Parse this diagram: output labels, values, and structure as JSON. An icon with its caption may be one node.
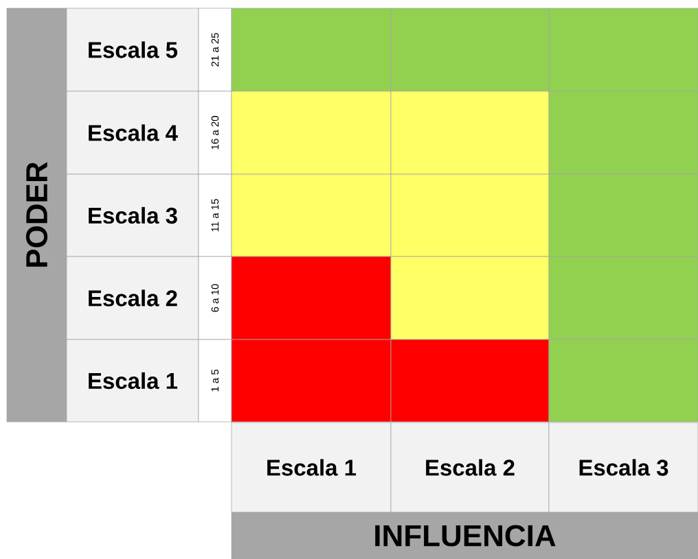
{
  "diagram": {
    "nodes": [
      {
        "text": [
          "PODER"
        ]
      },
      {
        "text": [
          "Escala 5"
        ]
      },
      {
        "text": [
          "21 a 25"
        ]
      },
      {
        "text": [],
        "shape": "box"
      },
      {
        "text": [],
        "shape": "box"
      },
      {
        "text": [],
        "shape": "box"
      },
      {
        "text": [
          "Escala 4"
        ]
      },
      {
        "text": [
          "16 a 20"
        ]
      },
      {
        "text": [],
        "shape": "box"
      },
      {
        "text": [],
        "shape": "box"
      },
      {
        "text": [],
        "shape": "box"
      },
      {
        "text": [
          "Escala 3"
        ]
      },
      {
        "text": [
          "11 a 15"
        ]
      },
      {
        "text": [],
        "shape": "box"
      },
      {
        "text": [],
        "shape": "box"
      },
      {
        "text": [],
        "shape": "box"
      },
      {
        "text": [
          "Escala 2"
        ]
      },
      {
        "text": [
          "6 a 10"
        ]
      },
      {
        "text": [],
        "shape": "box"
      },
      {
        "text": [],
        "shape": "box"
      },
      {
        "text": [],
        "shape": "box"
      },
      {
        "text": [
          "Escala 1"
        ]
      },
      {
        "text": [
          "1 a 5"
        ]
      },
      {
        "text": [],
        "shape": "box"
      },
      {
        "text": [],
        "shape": "box"
      },
      {
        "text": [],
        "shape": "box"
      },
      {
        "text": [
          "Escala 1"
        ]
      },
      {
        "text": [
          "Escala 2"
        ]
      },
      {
        "text": [
          "Escala 3"
        ]
      },
      {
        "text": [
          "INFLUENCIA"
        ]
      }
    ],
    "edges": []
  }
}
